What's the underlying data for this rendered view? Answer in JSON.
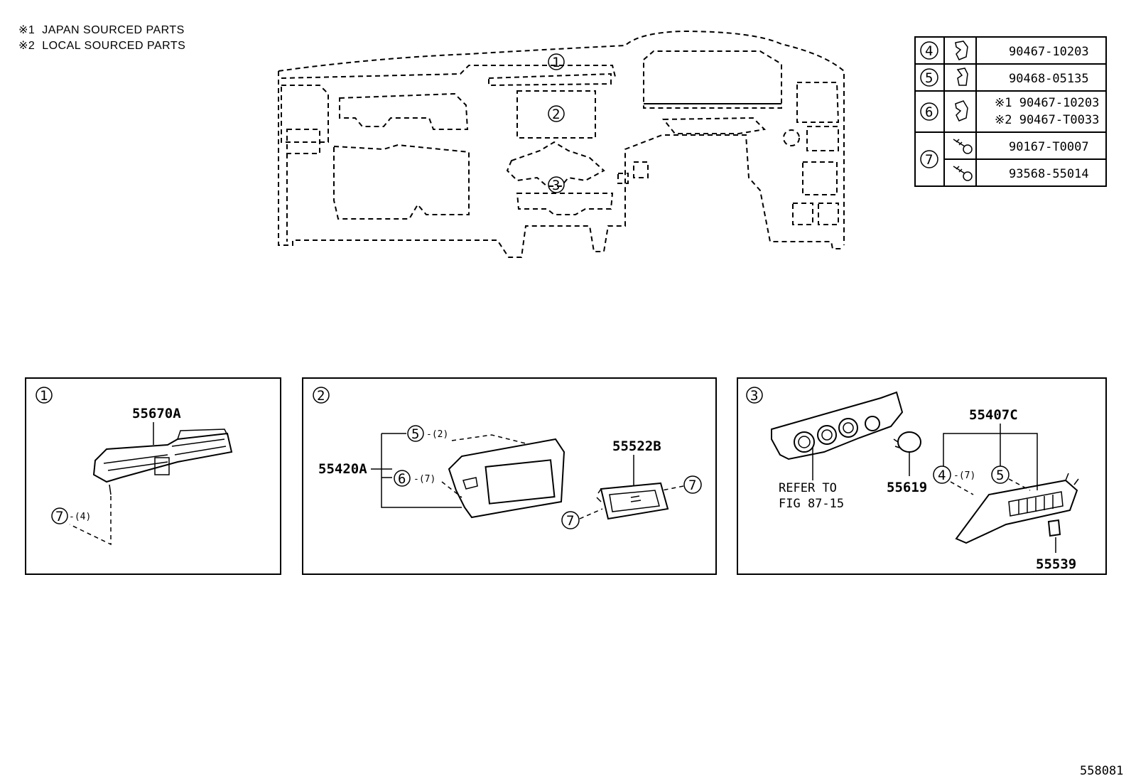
{
  "legend": [
    {
      "mark": "※1",
      "text": "JAPAN SOURCED PARTS"
    },
    {
      "mark": "※2",
      "text": "LOCAL SOURCED PARTS"
    }
  ],
  "fastener_table": {
    "rows": [
      {
        "ref": "4",
        "icon": "clip-icon",
        "parts": [
          "90467-10203"
        ]
      },
      {
        "ref": "5",
        "icon": "clip-icon",
        "parts": [
          "90468-05135"
        ]
      },
      {
        "ref": "6",
        "icon": "clip-icon",
        "parts": [
          "※1 90467-10203",
          "※2 90467-T0033"
        ]
      },
      {
        "ref": "7",
        "icon": "screw-icon",
        "parts": [
          "90167-T0007",
          "93568-55014"
        ]
      }
    ]
  },
  "overview_callouts": [
    "1",
    "2",
    "3"
  ],
  "detail_1": {
    "ref": "1",
    "part_number": "55670A",
    "fastener_ref": "7",
    "fastener_qty": "-(4)"
  },
  "detail_2": {
    "ref": "2",
    "main_part": "55420A",
    "fastener_a_ref": "5",
    "fastener_a_qty": "-(2)",
    "fastener_b_ref": "6",
    "fastener_b_qty": "-(7)",
    "sub_part": "55522B",
    "sub_fastener_ref": "7"
  },
  "detail_3": {
    "ref": "3",
    "refer_line1": "REFER TO",
    "refer_line2": "FIG 87-15",
    "knob_part": "55619",
    "panel_part": "55407C",
    "fastener_a_ref": "4",
    "fastener_a_qty": "-(7)",
    "fastener_b_ref": "5",
    "switch_part": "55539"
  },
  "figure_id": "558081"
}
